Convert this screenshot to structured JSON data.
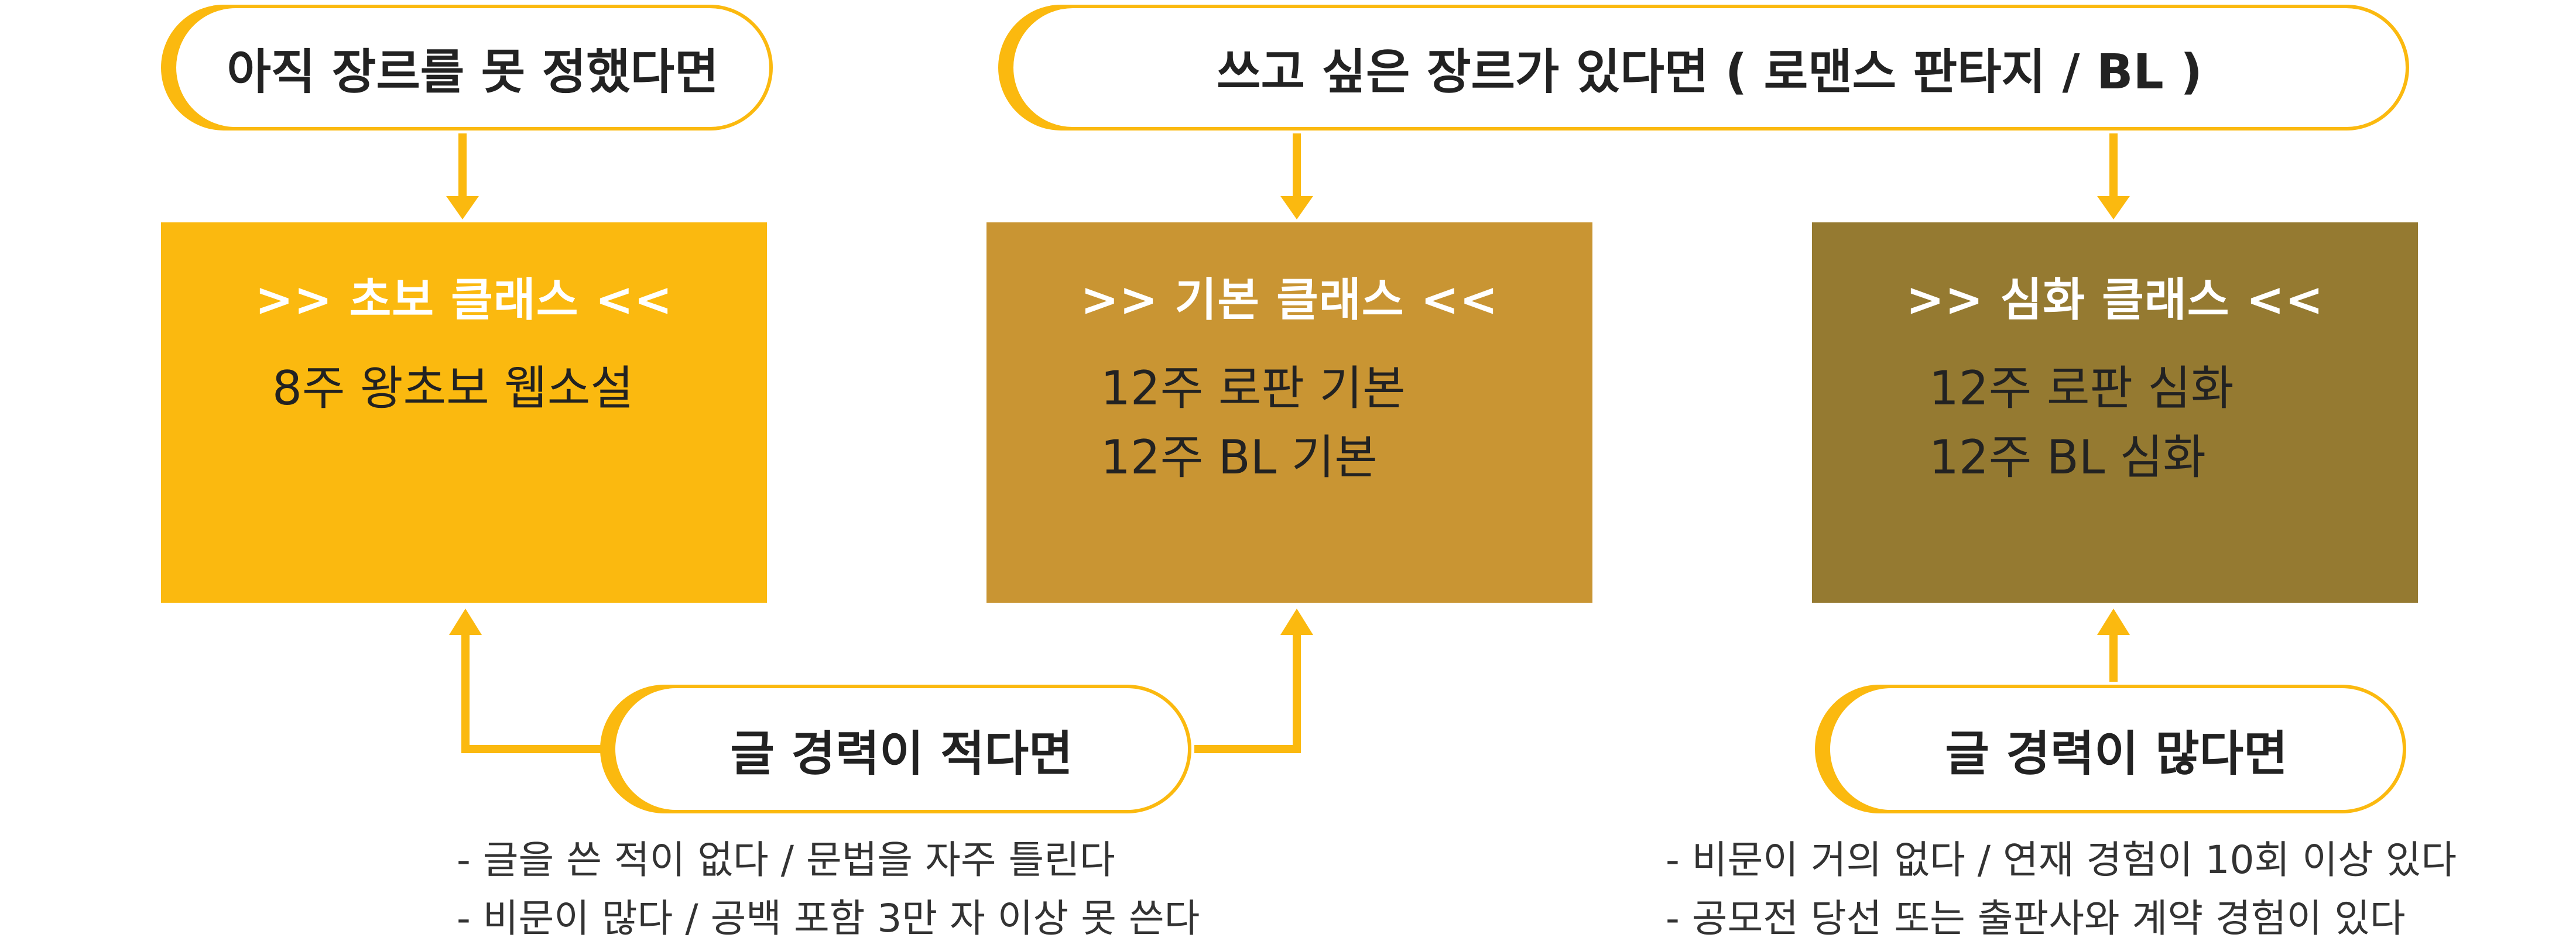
{
  "colors": {
    "accent": "#fbb90f",
    "beginner": "#fbb90f",
    "basic": "#c99533",
    "advanced": "#957a31",
    "text_dark": "#222222",
    "text_light": "#ffffff"
  },
  "conditions": {
    "no_genre": "아직 장르를 못 정했다면",
    "has_genre": "쓰고 싶은 장르가 있다면 ( 로맨스 판타지 / BL )",
    "little_experience": "글 경력이 적다면",
    "much_experience": "글 경력이 많다면"
  },
  "classes": {
    "beginner": {
      "title": ">> 초보 클래스 <<",
      "items": [
        "8주 왕초보 웹소설"
      ]
    },
    "basic": {
      "title": ">> 기본 클래스 <<",
      "items": [
        "12주 로판 기본",
        "12주 BL 기본"
      ]
    },
    "advanced": {
      "title": ">> 심화 클래스 <<",
      "items": [
        "12주 로판 심화",
        "12주 BL 심화"
      ]
    }
  },
  "notes": {
    "little_experience": [
      "- 글을 쓴 적이 없다 / 문법을 자주 틀린다",
      "- 비문이 많다 / 공백 포함 3만 자 이상 못 쓴다"
    ],
    "much_experience": [
      "- 비문이 거의 없다 / 연재 경험이 10회 이상 있다",
      "- 공모전 당선 또는 출판사와 계약 경험이 있다"
    ]
  }
}
